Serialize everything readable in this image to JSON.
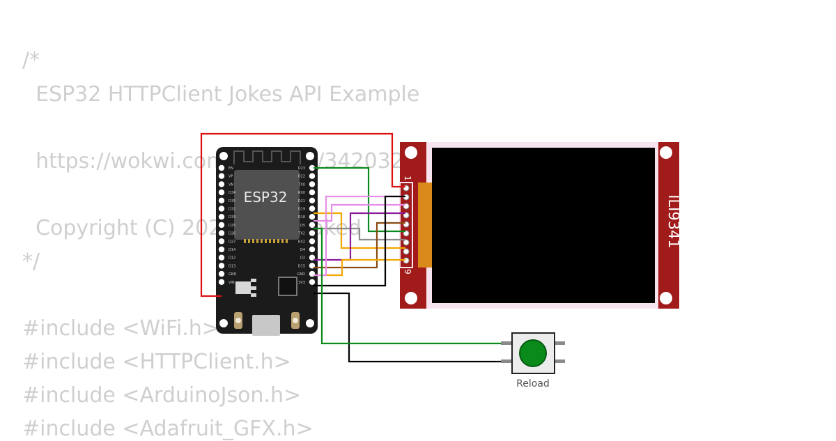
{
  "code": {
    "lines": [
      {
        "text": "/*"
      },
      {
        "text": "  ESP32 HTTPClient Jokes API Example"
      },
      {
        "text": "  https://wokwi.com/projects/342032431249883731"
      },
      {
        "text": "  Copyright (C) 2022, Uri Shaked"
      },
      {
        "text": "*/"
      },
      {
        "text": "#include <WiFi.h>"
      },
      {
        "text": "#include <HTTPClient.h>"
      },
      {
        "text": "#include <ArduinoJson.h>"
      },
      {
        "text": "#include <Adafruit_GFX.h>"
      }
    ]
  },
  "esp32": {
    "label": "ESP32",
    "left_pins": [
      "EN",
      "VP",
      "VN",
      "D34",
      "D35",
      "D32",
      "D33",
      "D25",
      "D26",
      "D27",
      "D14",
      "D12",
      "D13",
      "GND",
      "VIN"
    ],
    "right_pins": [
      "D23",
      "D22",
      "TX0",
      "RX0",
      "D21",
      "D19",
      "D18",
      "D5",
      "TX2",
      "RX2",
      "D4",
      "D2",
      "D15",
      "GND",
      "3V3"
    ]
  },
  "display": {
    "label": "ILI9341",
    "pin_first": "1",
    "pin_last": "9"
  },
  "button": {
    "label": "Reload"
  },
  "colors": {
    "board": "#1b1b1b",
    "display_pcb": "#a11b1b",
    "button_cap": "#0a8a1a",
    "wire_red": "#d11",
    "wire_green": "#0a8a1a",
    "wire_black": "#000000",
    "wire_orange": "#f2a600",
    "wire_violet": "#e58ee5",
    "wire_purple": "#8a1a9a",
    "wire_gray": "#8c8c8c",
    "wire_brown": "#8a4b10"
  }
}
